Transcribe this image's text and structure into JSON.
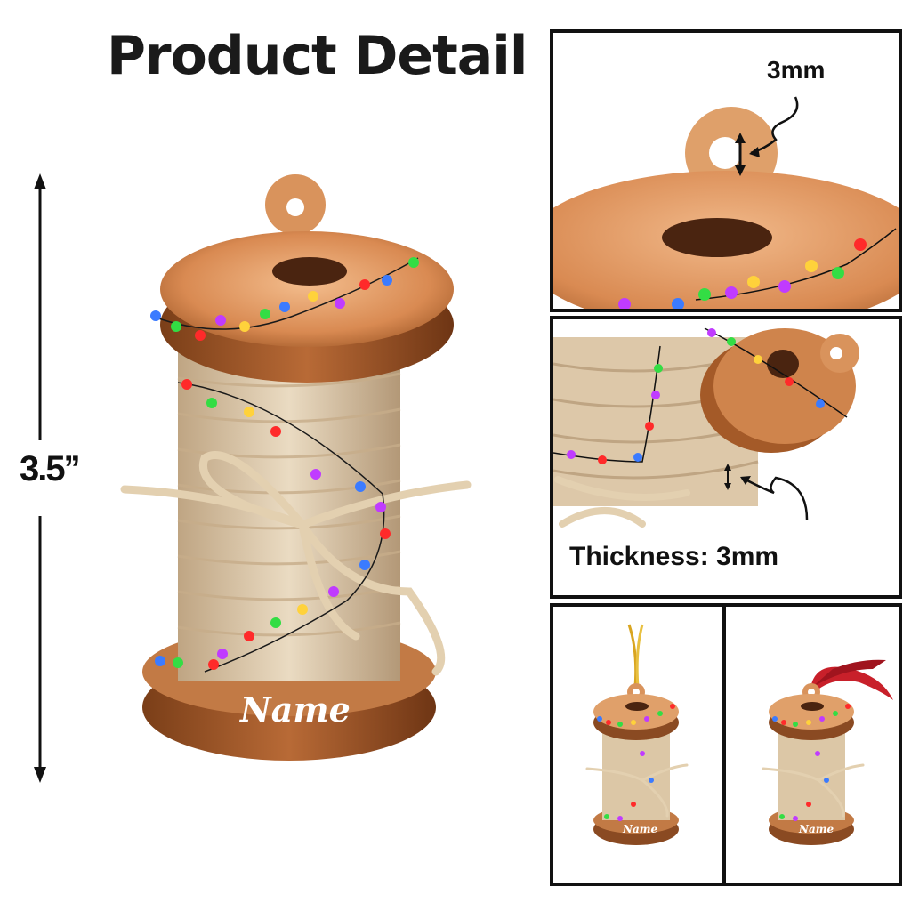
{
  "header": {
    "title": "Product Detail"
  },
  "dimension": {
    "height_label": "3.5’’"
  },
  "ornament": {
    "name_text": "Name"
  },
  "detail_hole": {
    "label": "3mm"
  },
  "detail_thickness": {
    "label": "Thickness: 3mm"
  },
  "variants": [
    {
      "hanger": "gold-string",
      "name_text": "Name"
    },
    {
      "hanger": "red-ribbon",
      "name_text": "Name"
    }
  ],
  "colors": {
    "wood_light": "#e9a772",
    "wood_dark": "#8a4a22",
    "twine": "#d9c2a0",
    "light_red": "#ff2a2a",
    "light_green": "#33dd44",
    "light_blue": "#3b7bff",
    "light_purple": "#c03bff",
    "light_yellow": "#ffd23b"
  }
}
